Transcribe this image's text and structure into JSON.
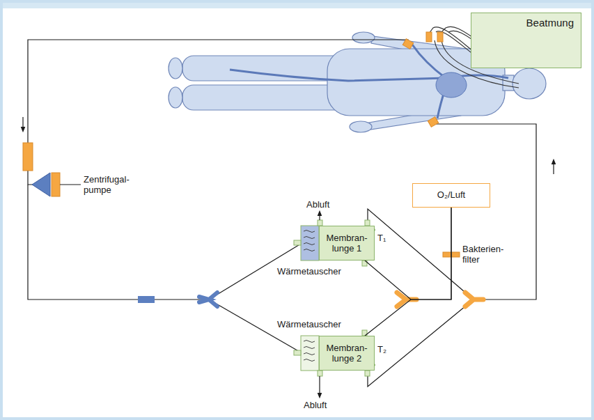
{
  "diagram": {
    "nodes": [
      {
        "text": [
          "Beatmung"
        ]
      },
      {
        "text": [
          "O₂/Luft"
        ]
      },
      {
        "text": [
          "Membran- lunge 1"
        ]
      },
      {
        "text": [
          "Membran- lunge 2"
        ]
      }
    ],
    "edges": [
      {
        "from": 1,
        "to": 2,
        "arrow": "none"
      },
      {
        "from": 1,
        "to": 3,
        "arrow": "none"
      }
    ],
    "labels": [
      "Abluft",
      "Wärmetauscher",
      "T₁",
      "Wärmetauscher",
      "T₂",
      "Abluft",
      "Zentrifugal- pumpe",
      "Bakterien- filter"
    ]
  }
}
